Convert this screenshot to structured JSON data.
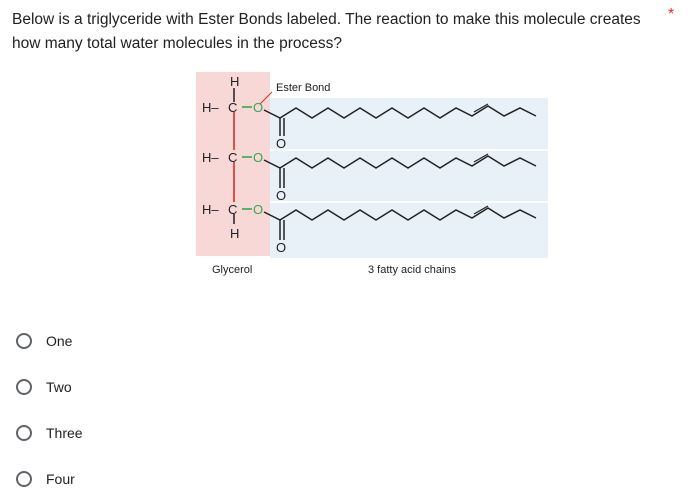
{
  "question": {
    "text": "Below is a triglyceride with Ester Bonds labeled. The reaction to make this molecule creates how many total water molecules in the process?",
    "required_mark": "*"
  },
  "figure": {
    "ester_bond_label": "Ester Bond",
    "glycerol_label": "Glycerol",
    "fatty_acid_label": "3 fatty acid chains",
    "atoms": {
      "h": "H",
      "c": "C",
      "o": "O",
      "hc": "H–C–O"
    }
  },
  "options": [
    {
      "label": "One"
    },
    {
      "label": "Two"
    },
    {
      "label": "Three"
    },
    {
      "label": "Four"
    }
  ],
  "colors": {
    "glycerol_bg": "#f8d7d7",
    "chain_bg": "#e9f1f8",
    "glycerol_bond": "#d93025",
    "ester_oxygen": "#34a853",
    "required": "#d93025"
  }
}
